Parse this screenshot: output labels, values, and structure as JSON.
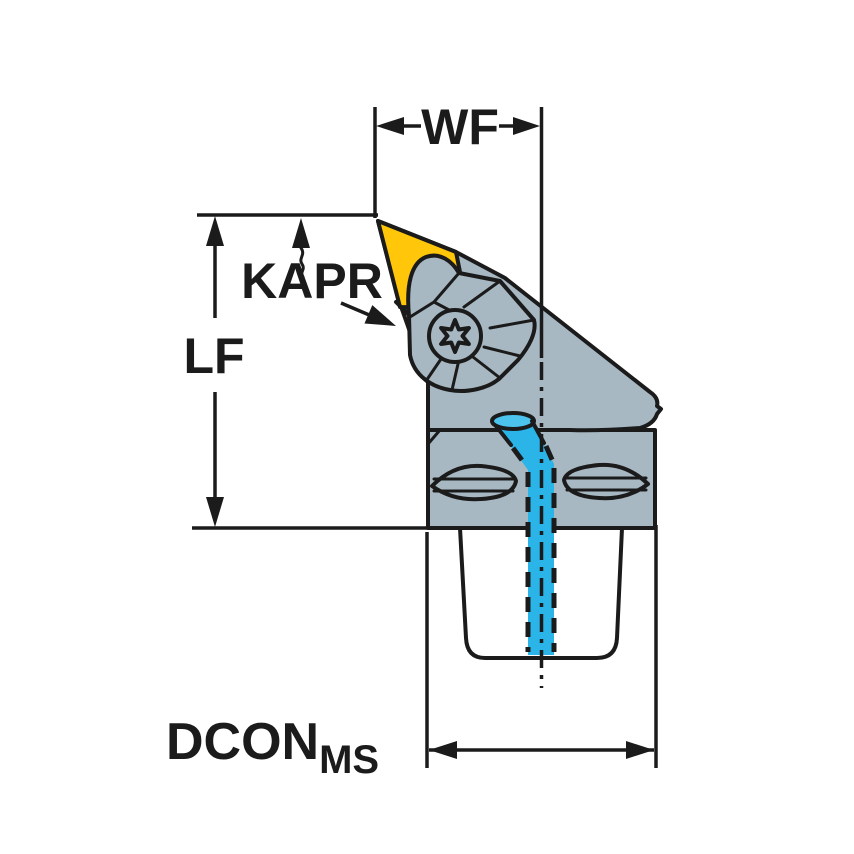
{
  "labels": {
    "wf": "WF",
    "kapr": "KAPR",
    "lf": "LF",
    "dcon": "DCON",
    "dcon_sub": "MS"
  },
  "colors": {
    "line": "#1b1b1b",
    "body": "#a7b8c3",
    "insert": "#ffc60a",
    "coolant": "#2ab4e8",
    "coolant_light": "#4cc3ec"
  },
  "diagram": {
    "type": "technical-drawing",
    "subject": "turning tool holder side view with coolant channel",
    "dimensions_called_out": [
      "WF",
      "KAPR",
      "LF",
      "DCON MS"
    ]
  }
}
